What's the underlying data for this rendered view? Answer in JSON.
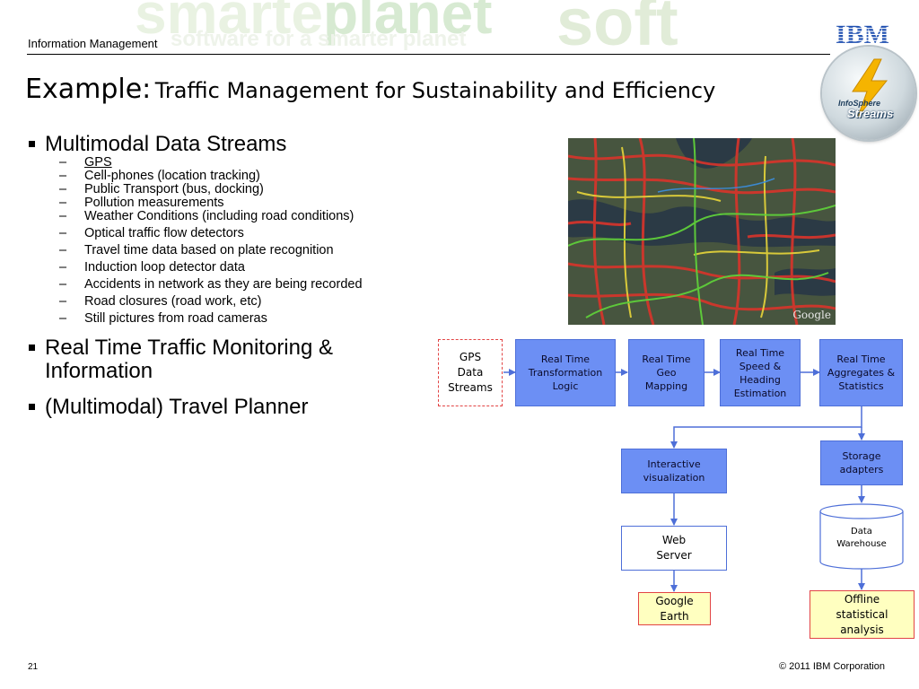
{
  "header": {
    "banner_words": [
      "smarter",
      "planet",
      "soft",
      "software for a smarter planet"
    ],
    "label": "Information Management",
    "logo_text": "IBM"
  },
  "badge": {
    "line1": "InfoSphere",
    "line2": "Streams"
  },
  "title": {
    "prefix": "Example:",
    "main": "Traffic Management for Sustainability and Efficiency"
  },
  "bullets": [
    {
      "text": "Multimodal Data Streams",
      "subitems": [
        "GPS",
        "Cell-phones (location tracking)",
        "Public Transport (bus, docking)",
        "Pollution measurements",
        "Weather Conditions (including road conditions)",
        "Optical traffic flow detectors",
        "Travel time data based on plate recognition",
        "Induction loop detector data",
        "Accidents in network as they are being recorded",
        "Road closures (road work, etc)",
        "Still pictures from road cameras"
      ]
    },
    {
      "text": "Real Time Traffic Monitoring & Information",
      "subitems": []
    },
    {
      "text": "(Multimodal) Travel Planner",
      "subitems": []
    }
  ],
  "map": {
    "attribution": "Google"
  },
  "diagram": {
    "gps": [
      "GPS",
      "Data",
      "Streams"
    ],
    "transform": [
      "Real Time",
      "Transformation",
      "Logic"
    ],
    "geo": [
      "Real Time",
      "Geo",
      "Mapping"
    ],
    "speed": [
      "Real Time",
      "Speed &",
      "Heading",
      "Estimation"
    ],
    "aggregates": [
      "Real Time",
      "Aggregates &",
      "Statistics"
    ],
    "interactive": [
      "Interactive",
      "visualization"
    ],
    "storage": [
      "Storage",
      "adapters"
    ],
    "web": [
      "Web",
      "Server"
    ],
    "warehouse": [
      "Data",
      "Warehouse"
    ],
    "google_earth": [
      "Google",
      "Earth"
    ],
    "offline": [
      "Offline",
      "statistical",
      "analysis"
    ]
  },
  "footer": {
    "page": "21",
    "copyright": "© 2011 IBM Corporation"
  },
  "colors": {
    "box_blue": "#6c8ff4",
    "arrow": "#4e6fd8",
    "alert_red": "#e24444",
    "note_yellow": "#ffffc0"
  }
}
